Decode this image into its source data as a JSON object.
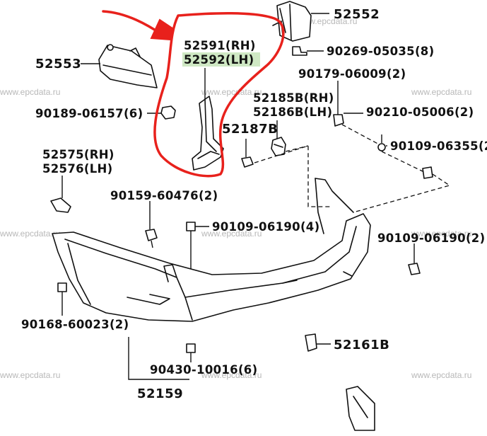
{
  "watermark": "www.epcdata.ru",
  "labels": {
    "p52552": "52552",
    "p90269": "90269-05035(8)",
    "p52591": "52591(RH)",
    "p52592": "52592(LH)",
    "p52553": "52553",
    "p90179": "90179-06009(2)",
    "p52185b": "52185B(RH)",
    "p52186b": "52186B(LH)",
    "p90210": "90210-05006(2)",
    "p90189": "90189-06157(6)",
    "p52187b": "52187B",
    "p90109a": "90109-06355(2)",
    "p52575": "52575(RH)",
    "p52576": "52576(LH)",
    "p90159": "90159-60476(2)",
    "p90109b": "90109-06190(4)",
    "p90109c": "90109-06190(2)",
    "p90168": "90168-60023(2)",
    "p52161b": "52161B",
    "p90430": "90430-10016(6)",
    "p52159": "52159"
  },
  "colors": {
    "highlight": "#cfe8c4",
    "markup": "#e8211c",
    "watermark": "#b8b8b8"
  }
}
